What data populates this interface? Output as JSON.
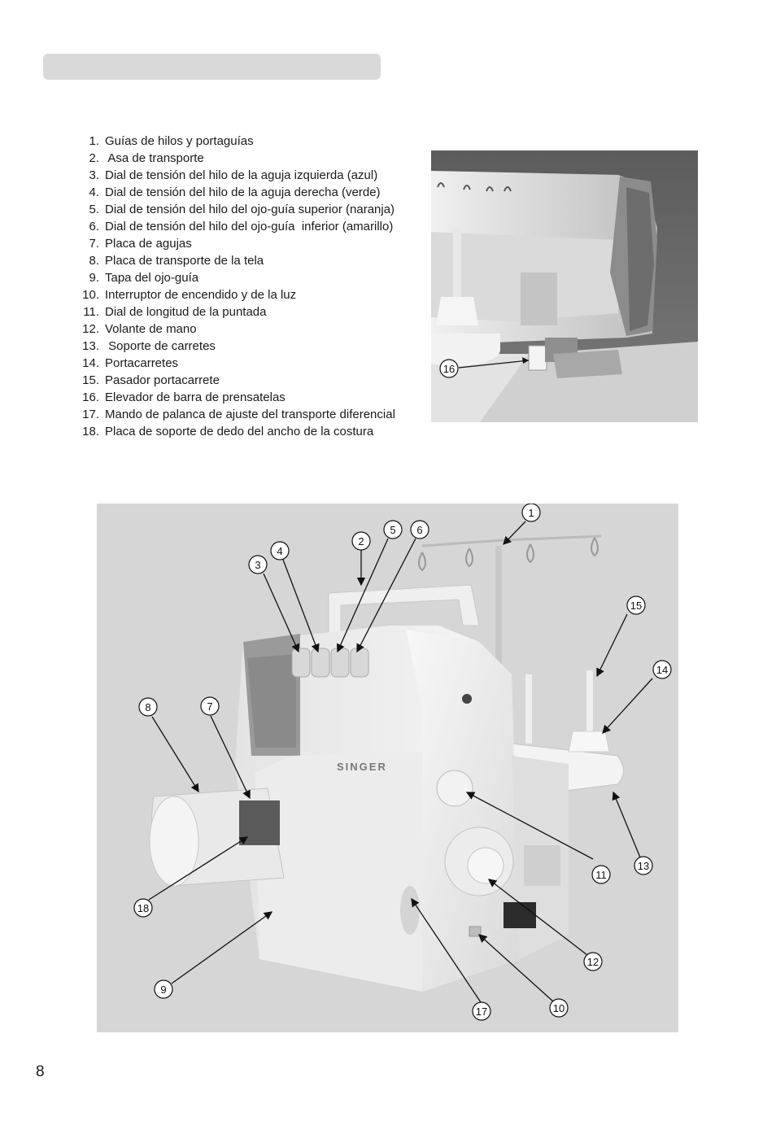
{
  "header": {
    "title": ""
  },
  "parts": [
    {
      "num": "1.",
      "label": "Guías de hilos y portaguías"
    },
    {
      "num": "2.",
      "label": " Asa de transporte"
    },
    {
      "num": "3.",
      "label": "Dial de tensión del hilo de la aguja izquierda (azul)"
    },
    {
      "num": "4.",
      "label": "Dial de tensión del hilo de la aguja derecha (verde)"
    },
    {
      "num": "5.",
      "label": "Dial de tensión del hilo del ojo-guía superior (naranja)"
    },
    {
      "num": "6.",
      "label": "Dial de tensión del hilo del ojo-guía  inferior (amarillo)"
    },
    {
      "num": "7.",
      "label": "Placa de agujas"
    },
    {
      "num": "8.",
      "label": "Placa de transporte de la tela"
    },
    {
      "num": "9.",
      "label": "Tapa del ojo-guía"
    },
    {
      "num": "10.",
      "label": "Interruptor de encendido y de la luz"
    },
    {
      "num": "11.",
      "label": "Dial de longitud de la puntada"
    },
    {
      "num": "12.",
      "label": "Volante de mano"
    },
    {
      "num": "13.",
      "label": " Soporte de carretes"
    },
    {
      "num": "14.",
      "label": "Portacarretes"
    },
    {
      "num": "15.",
      "label": "Pasador portacarrete"
    },
    {
      "num": "16.",
      "label": "Elevador de barra de prensatelas"
    },
    {
      "num": "17.",
      "label": "Mando de palanca de ajuste del transporte diferencial"
    },
    {
      "num": "18.",
      "label": "Placa de soporte de dedo del ancho de la costura"
    }
  ],
  "detail_photo": {
    "callout": "16"
  },
  "main_photo": {
    "brand": "SINGER",
    "callouts": [
      "1",
      "2",
      "3",
      "4",
      "5",
      "6",
      "7",
      "8",
      "9",
      "10",
      "11",
      "12",
      "13",
      "14",
      "15",
      "17",
      "18"
    ]
  },
  "page_number": "8"
}
